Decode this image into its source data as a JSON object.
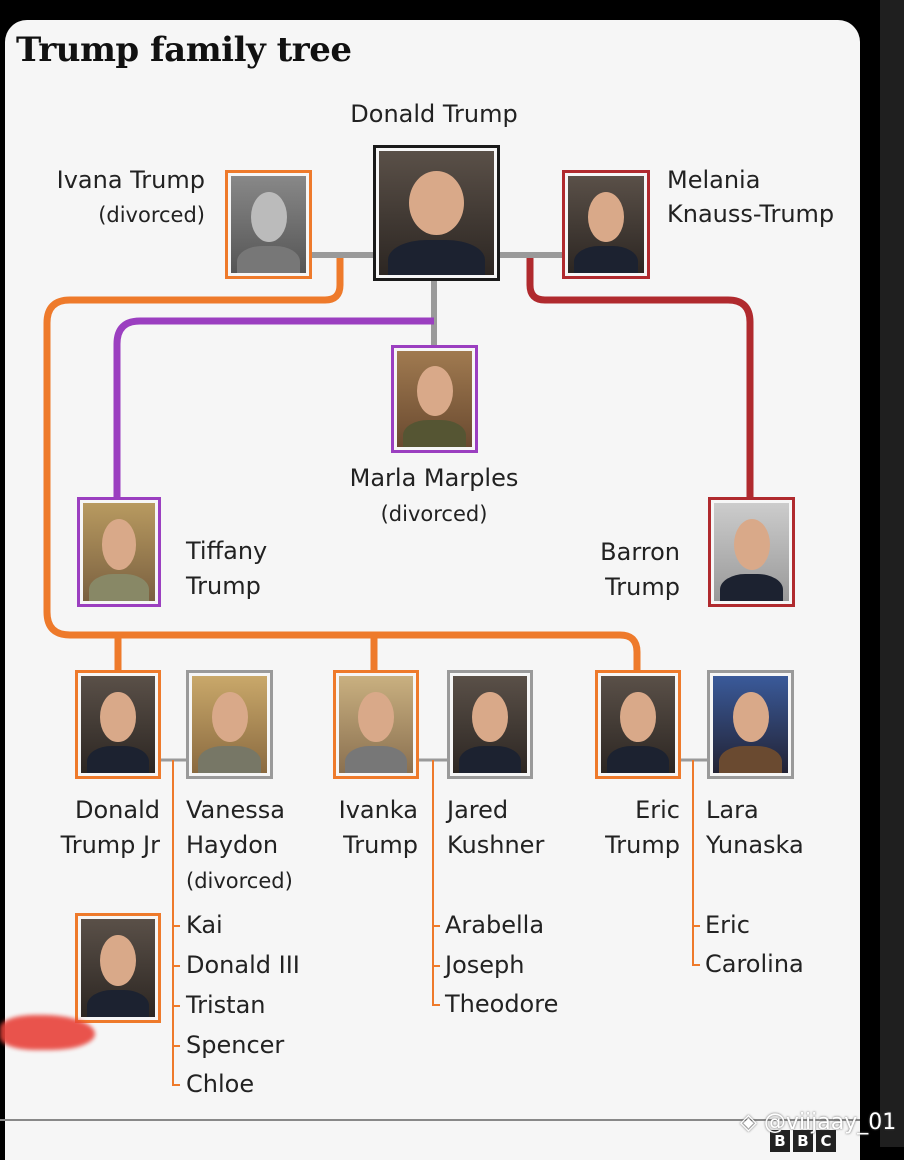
{
  "title": "Trump family tree",
  "colors": {
    "donald": "#1a1a1a",
    "ivana": "#ee7a2b",
    "melania": "#b02a2e",
    "marla": "#9b3fc0",
    "spouse": "#9a9a9a",
    "connector": "#8c8c8c"
  },
  "people": {
    "donald": {
      "name": "Donald Trump"
    },
    "ivana": {
      "name": "Ivana Trump",
      "note": "(divorced)"
    },
    "melania": {
      "name1": "Melania",
      "name2": "Knauss-Trump"
    },
    "marla": {
      "name": "Marla Marples",
      "note": "(divorced)"
    },
    "tiffany": {
      "name1": "Tiffany",
      "name2": "Trump"
    },
    "barron": {
      "name1": "Barron",
      "name2": "Trump"
    },
    "donjr": {
      "name1": "Donald",
      "name2": "Trump Jr"
    },
    "vanessa": {
      "name1": "Vanessa",
      "name2": "Haydon",
      "note": "(divorced)"
    },
    "ivanka": {
      "name1": "Ivanka",
      "name2": "Trump"
    },
    "jared": {
      "name1": "Jared",
      "name2": "Kushner"
    },
    "eric": {
      "name1": "Eric",
      "name2": "Trump"
    },
    "lara": {
      "name1": "Lara",
      "name2": "Yunaska"
    }
  },
  "grandchildren": {
    "donjr": [
      "Kai",
      "Donald III",
      "Tristan",
      "Spencer",
      "Chloe"
    ],
    "ivanka": [
      "Arabella",
      "Joseph",
      "Theodore"
    ],
    "eric": [
      "Eric",
      "Carolina"
    ]
  },
  "logo": [
    "B",
    "B",
    "C"
  ],
  "watermark": "@viijaay_01"
}
